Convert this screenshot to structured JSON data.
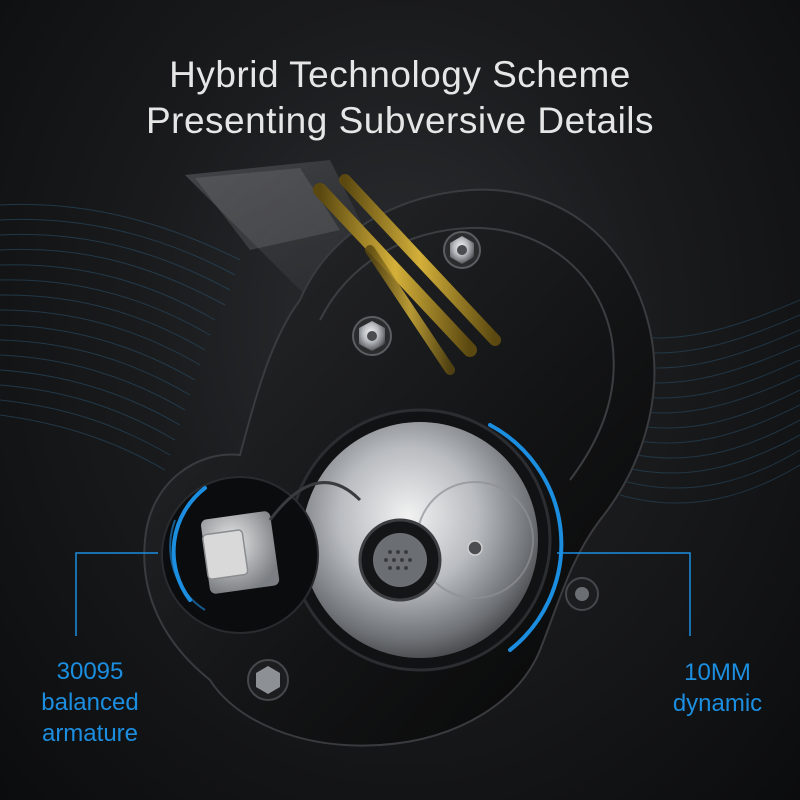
{
  "headline": {
    "line1": "Hybrid Technology Scheme",
    "line2": "Presenting Subversive Details"
  },
  "callouts": {
    "balanced_armature": {
      "line1": "30095",
      "line2": "balanced",
      "line3": "armature"
    },
    "dynamic_driver": {
      "line1": "10MM",
      "line2": "dynamic"
    }
  },
  "colors": {
    "accent": "#1c8ee0",
    "headline_text": "#e6e6e6",
    "background": "#1a1b1d",
    "shell": "#0d0d0e",
    "gold": "#b8941f"
  }
}
